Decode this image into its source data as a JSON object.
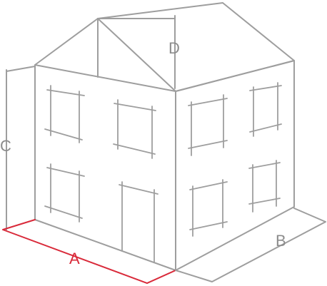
{
  "labels": {
    "a": "A",
    "b": "B",
    "c": "C",
    "d": "D"
  },
  "colors": {
    "line": "#9e9e9e",
    "accent": "#d92a3a",
    "label": "#8c8c8c",
    "background": "#ffffff"
  }
}
